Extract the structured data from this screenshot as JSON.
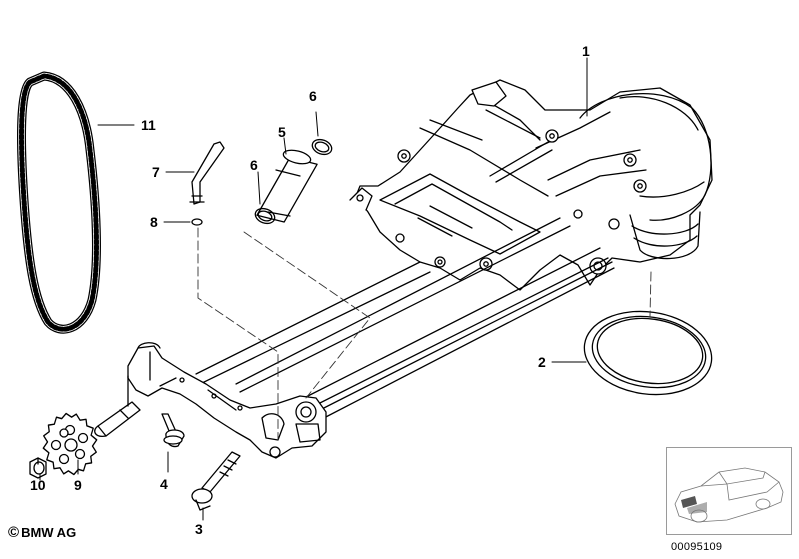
{
  "callouts": [
    {
      "id": "1",
      "label": "1"
    },
    {
      "id": "2",
      "label": "2"
    },
    {
      "id": "3",
      "label": "3"
    },
    {
      "id": "4",
      "label": "4"
    },
    {
      "id": "5",
      "label": "5"
    },
    {
      "id": "6a",
      "label": "6"
    },
    {
      "id": "6b",
      "label": "6"
    },
    {
      "id": "7",
      "label": "7"
    },
    {
      "id": "8",
      "label": "8"
    },
    {
      "id": "9",
      "label": "9"
    },
    {
      "id": "10",
      "label": "10"
    },
    {
      "id": "11",
      "label": "11"
    }
  ],
  "copyright": {
    "symbol": "©",
    "text": "BMW AG"
  },
  "image_id": "00095109",
  "colors": {
    "line": "#000000",
    "dash": "#333333",
    "thumb_border": "#9a9a9a",
    "thumb_car": "#777777"
  }
}
